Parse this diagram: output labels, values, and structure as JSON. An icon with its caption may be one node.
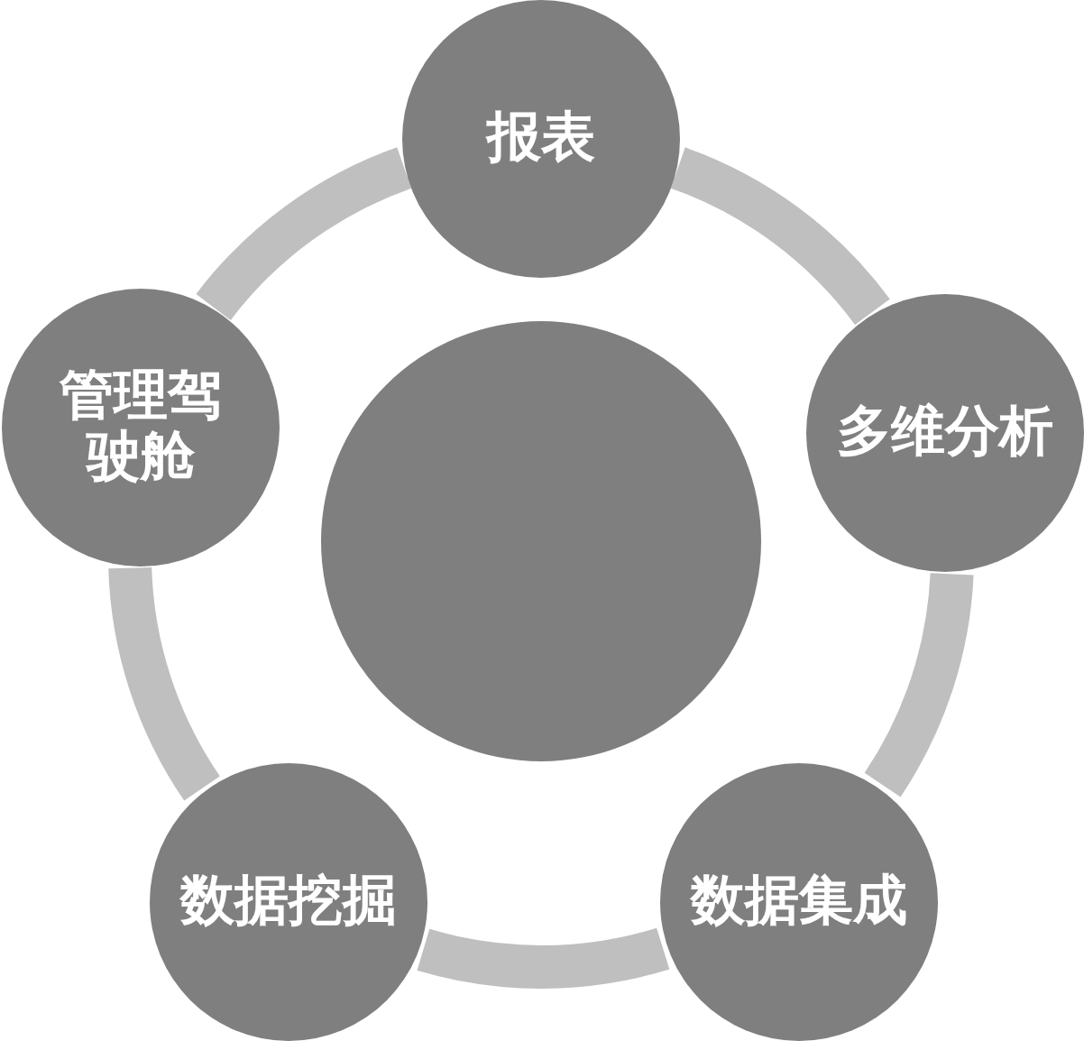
{
  "diagram": {
    "nodes": [
      {
        "text": [
          "报表"
        ]
      },
      {
        "text": [
          "管理驾驶舱"
        ]
      },
      {
        "text": [
          "多维分析"
        ]
      },
      {
        "text": [],
        "shape": "circle"
      },
      {
        "text": [
          "数据挖掘"
        ]
      },
      {
        "text": [
          "数据集成"
        ]
      }
    ],
    "edges": [
      {
        "from": 0,
        "to": 2,
        "arrow": "none"
      },
      {
        "from": 2,
        "to": 5,
        "arrow": "none"
      },
      {
        "from": 5,
        "to": 4,
        "arrow": "none"
      },
      {
        "from": 4,
        "to": 1,
        "arrow": "none"
      },
      {
        "from": 1,
        "to": 0,
        "arrow": "none"
      }
    ]
  }
}
